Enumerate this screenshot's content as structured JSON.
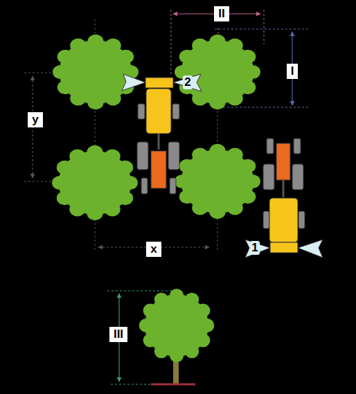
{
  "diagram": {
    "labels": [
      "II",
      "I",
      "2",
      "y",
      "1",
      "x",
      "III"
    ]
  }
}
